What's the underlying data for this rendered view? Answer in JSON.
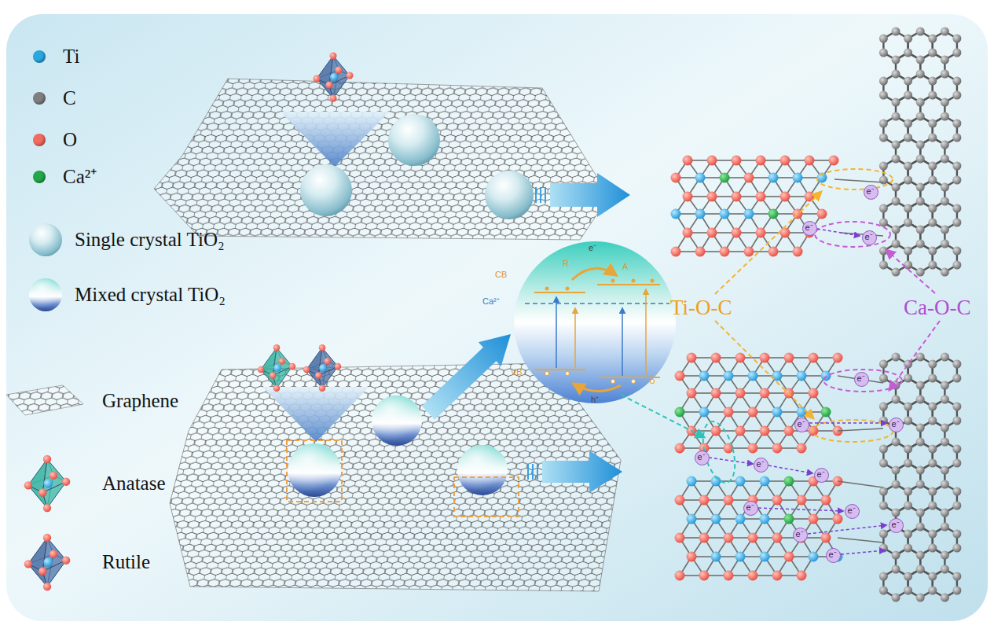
{
  "diagram": {
    "nodes": [
      {
        "text": [
          "CB",
          "Ca²⁺",
          "VB",
          "e⁻",
          "h⁺",
          "R",
          "A"
        ]
      },
      {
        "text": [
          "e⁻"
        ]
      },
      {
        "text": [
          "e⁻"
        ]
      },
      {
        "text": [
          "e⁻"
        ]
      },
      {
        "text": [
          "e⁻"
        ]
      },
      {
        "text": [
          "e⁻"
        ]
      },
      {
        "text": [
          "e⁻"
        ]
      },
      {
        "text": [
          "e⁻"
        ]
      },
      {
        "text": [
          "e⁻"
        ]
      },
      {
        "text": [
          "e⁻"
        ]
      },
      {
        "text": [
          "e⁻"
        ]
      },
      {
        "text": [
          "e⁻"
        ]
      },
      {
        "text": [
          "e⁻"
        ]
      },
      {
        "text": [
          "e⁻"
        ]
      },
      {
        "text": [
          "e⁻"
        ]
      }
    ],
    "labels": [
      "Ti-O-C",
      "Ca-O-C"
    ],
    "legend": [
      {
        "text": "Ti",
        "color": "#2aa7e0"
      },
      {
        "text": "C",
        "color": "#7f7f7f"
      },
      {
        "text": "O",
        "color": "#f26b5e"
      },
      {
        "text": "Ca²⁺",
        "color": "#22a84a"
      },
      {
        "text": "Single crystal TiO₂"
      },
      {
        "text": "Mixed crystal TiO₂"
      },
      {
        "text": "Graphene"
      },
      {
        "text": "Anatase"
      },
      {
        "text": "Rutile"
      }
    ]
  }
}
